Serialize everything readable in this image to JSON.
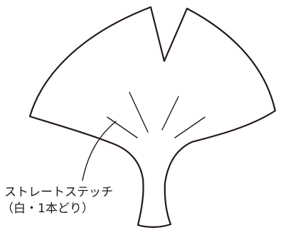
{
  "diagram": {
    "subject": "ginkgo-leaf",
    "label": {
      "line1": "ストレートステッチ",
      "line2": "（白・1本どり）"
    },
    "stroke_color": "#231815",
    "background": "#ffffff"
  }
}
